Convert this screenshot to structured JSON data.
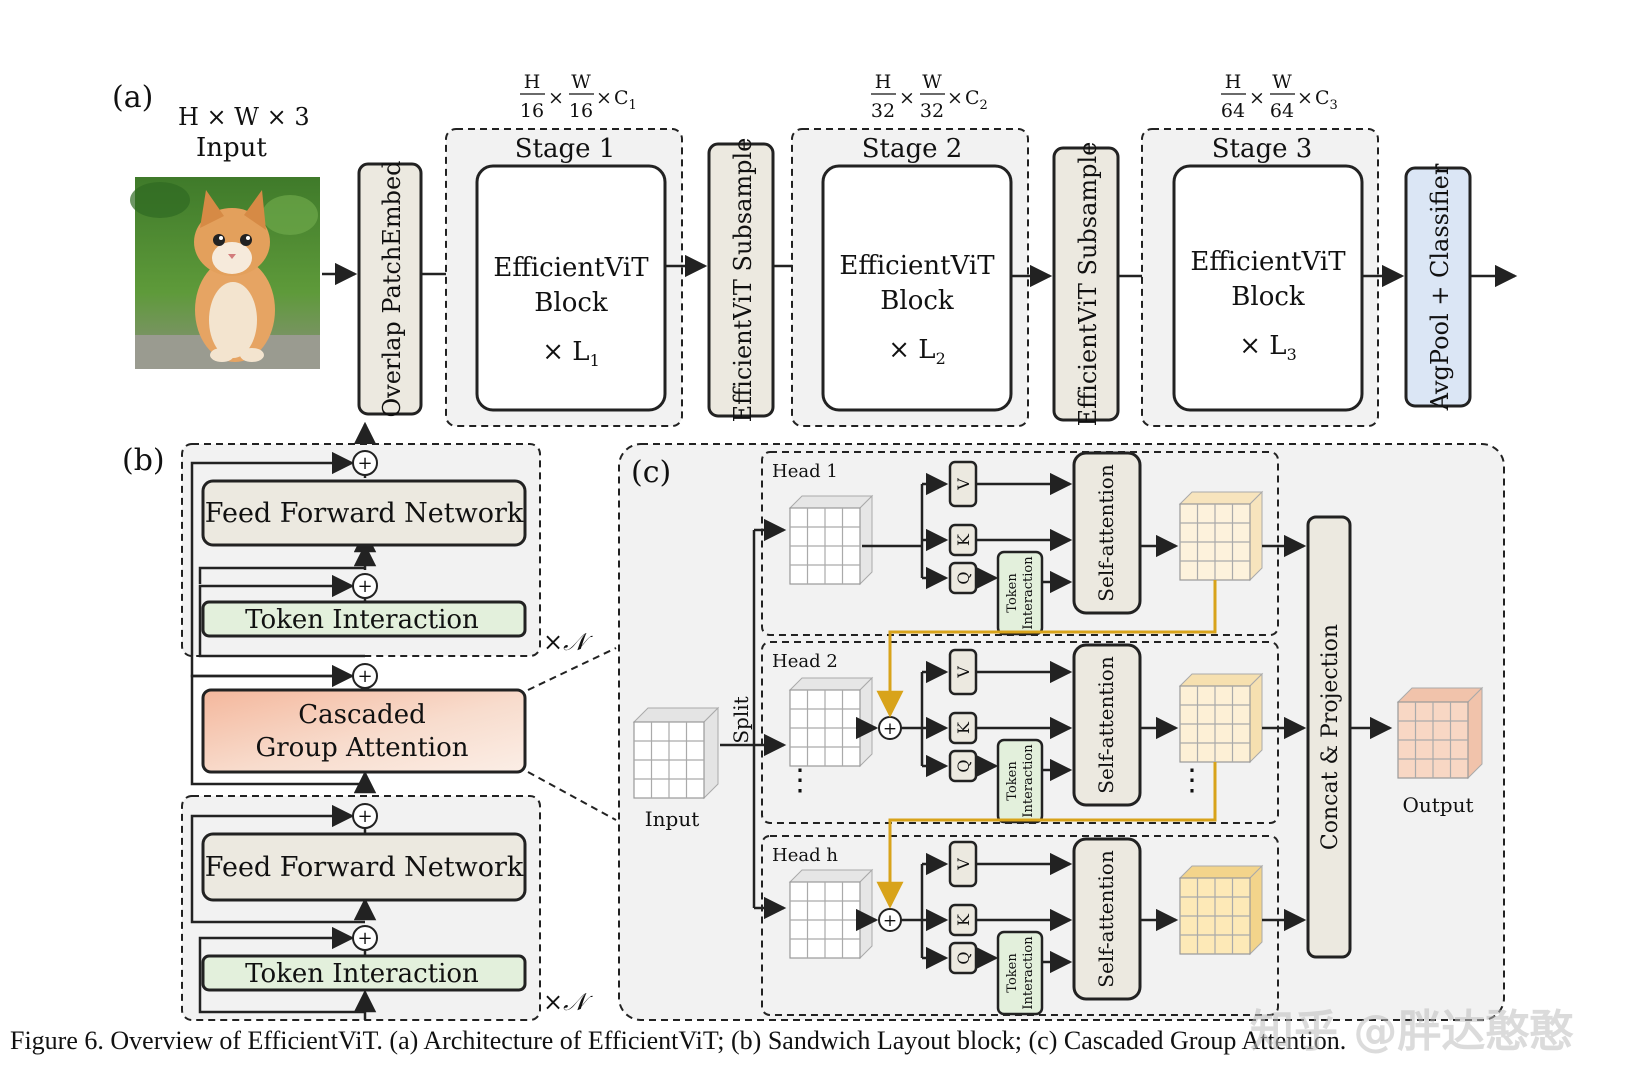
{
  "panel_a": {
    "label": "(a)",
    "input_dims": "H × W × 3",
    "input_label": "Input",
    "patch_embed": "Overlap PatchEmbed",
    "stages": [
      {
        "title": "Stage 1",
        "block": [
          "EfficientViT",
          "Block"
        ],
        "repeat": "× L",
        "repeat_sub": "1",
        "dims": {
          "h_num": "H",
          "h_den": "16",
          "w_num": "W",
          "w_den": "16",
          "c": "C",
          "c_sub": "1"
        }
      },
      {
        "title": "Stage 2",
        "block": [
          "EfficientViT",
          "Block"
        ],
        "repeat": "× L",
        "repeat_sub": "2",
        "dims": {
          "h_num": "H",
          "h_den": "32",
          "w_num": "W",
          "w_den": "32",
          "c": "C",
          "c_sub": "2"
        }
      },
      {
        "title": "Stage 3",
        "block": [
          "EfficientViT",
          "Block"
        ],
        "repeat": "× L",
        "repeat_sub": "3",
        "dims": {
          "h_num": "H",
          "h_den": "64",
          "w_num": "W",
          "w_den": "64",
          "c": "C",
          "c_sub": "3"
        }
      }
    ],
    "subsample": "EfficientViT Subsample",
    "classifier": "AvgPool + Classifier"
  },
  "panel_b": {
    "label": "(b)",
    "ffn": "Feed Forward Network",
    "token_interaction": "Token Interaction",
    "cga": [
      "Cascaded",
      "Group Attention"
    ],
    "repeat": "×𝒩"
  },
  "panel_c": {
    "label": "(c)",
    "input": "Input",
    "split": "Split",
    "heads": [
      "Head 1",
      "Head 2",
      "Head h"
    ],
    "v": "V",
    "k": "K",
    "q": "Q",
    "token_interaction": [
      "Token",
      "Interaction"
    ],
    "self_attention": "Self-attention",
    "concat": "Concat & Projection",
    "output": "Output",
    "ellipsis": "⋮"
  },
  "colors": {
    "block_fill": "#ece9e0",
    "token_fill": "#e3f0dc",
    "classifier_fill": "#dbe6f5",
    "cga_fill_top": "#f5c0a8",
    "head_gold": "#d8a31a",
    "panel_bg": "#f2f2f2"
  },
  "caption": "Figure 6. Overview of EfficientViT. (a) Architecture of EfficientViT; (b) Sandwich Layout block; (c) Cascaded Group Attention.",
  "watermark": "知乎 @胖达憨憨"
}
